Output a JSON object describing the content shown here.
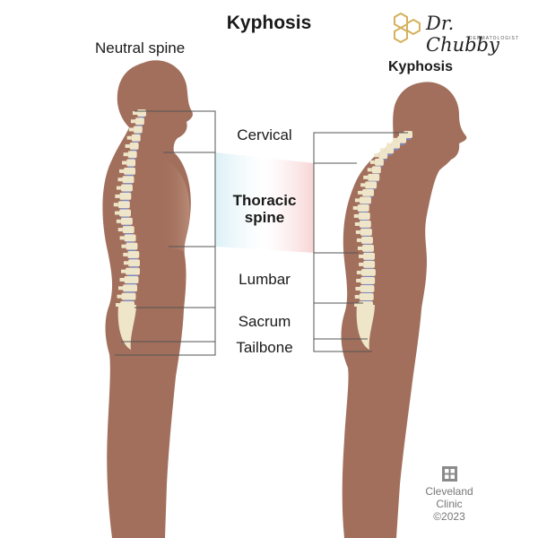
{
  "title": "Kyphosis",
  "figures": {
    "neutral": {
      "label": "Neutral spine"
    },
    "kyphosis": {
      "label": "Kyphosis"
    }
  },
  "regions": {
    "cervical": "Cervical",
    "thoracic_line1": "Thoracic",
    "thoracic_line2": "spine",
    "lumbar": "Lumbar",
    "sacrum": "Sacrum",
    "tailbone": "Tailbone"
  },
  "logo": {
    "script": "Dr. Chubby",
    "subtitle": "DERMATOLOGIST"
  },
  "credit": {
    "line1": "Cleveland",
    "line2": "Clinic",
    "line3": "©2023"
  },
  "colors": {
    "body": "#a16f5c",
    "bone": "#efe5c9",
    "disc": "#7b86c4",
    "thoracic_left": "#cfeaf3",
    "thoracic_right": "#f6d2d2",
    "logo_gold": "#d4b25c"
  }
}
